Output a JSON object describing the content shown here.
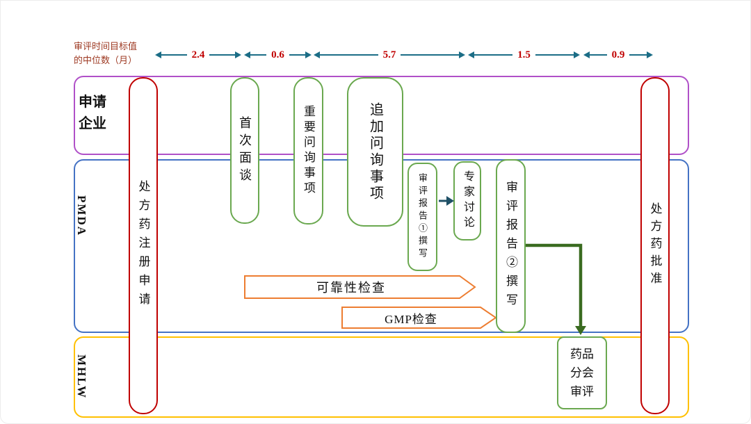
{
  "colors": {
    "teal": "#1b6d86",
    "navy": "#1f5066",
    "red": "#c00000",
    "label-red": "#9e3a23",
    "purple": "#b050c8",
    "blue": "#4472c4",
    "gold": "#ffc000",
    "green": "#6aa84f",
    "orange": "#ed7d31",
    "dkgreen": "#3a6b20"
  },
  "timeline": {
    "label": "审评时间目标值\n的中位数（月）",
    "segments": [
      {
        "value": "2.4"
      },
      {
        "value": "0.6"
      },
      {
        "value": "5.7"
      },
      {
        "value": "1.5"
      },
      {
        "value": "0.9"
      }
    ]
  },
  "lanes": {
    "applicant": {
      "label": "申请\n企业"
    },
    "pmda": {
      "label": "PMDA"
    },
    "mhlw": {
      "label": "MHLW"
    }
  },
  "nodes": {
    "registration_application": {
      "label": "处方药注册申请"
    },
    "first_interview": {
      "label": "首次面谈"
    },
    "important_inquiries": {
      "label": "重要问询事项"
    },
    "additional_inquiries": {
      "label": "追加问询事项"
    },
    "review_report_1": {
      "label": "审评报告①撰写"
    },
    "expert_discussion": {
      "label": "专家讨论"
    },
    "review_report_2": {
      "label": "审评报告②撰写"
    },
    "reliability_inspection": {
      "label": "可靠性检查"
    },
    "gmp_inspection": {
      "label": "GMP检查"
    },
    "drug_subcommittee_review": {
      "label": "药品\n分会\n审评"
    },
    "approval": {
      "label": "处方药批准"
    }
  }
}
